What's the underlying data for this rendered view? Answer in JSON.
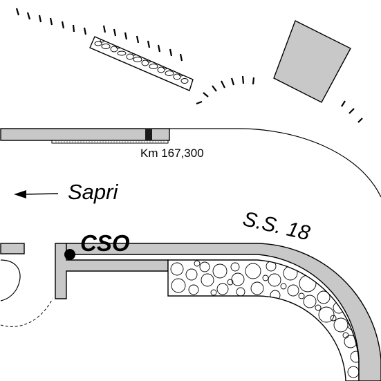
{
  "labels": {
    "km_marker": "Km 167,300",
    "direction": "Sapri",
    "road": "S.S. 18",
    "station": "CSO"
  },
  "colors": {
    "line": "#000000",
    "road_fill": "#c8c8c8",
    "building_fill": "#c8c8c8",
    "paper": "#ffffff"
  },
  "icons": {
    "direction_arrow": "arrow-left-icon",
    "station_marker": "filled-circle-icon"
  }
}
